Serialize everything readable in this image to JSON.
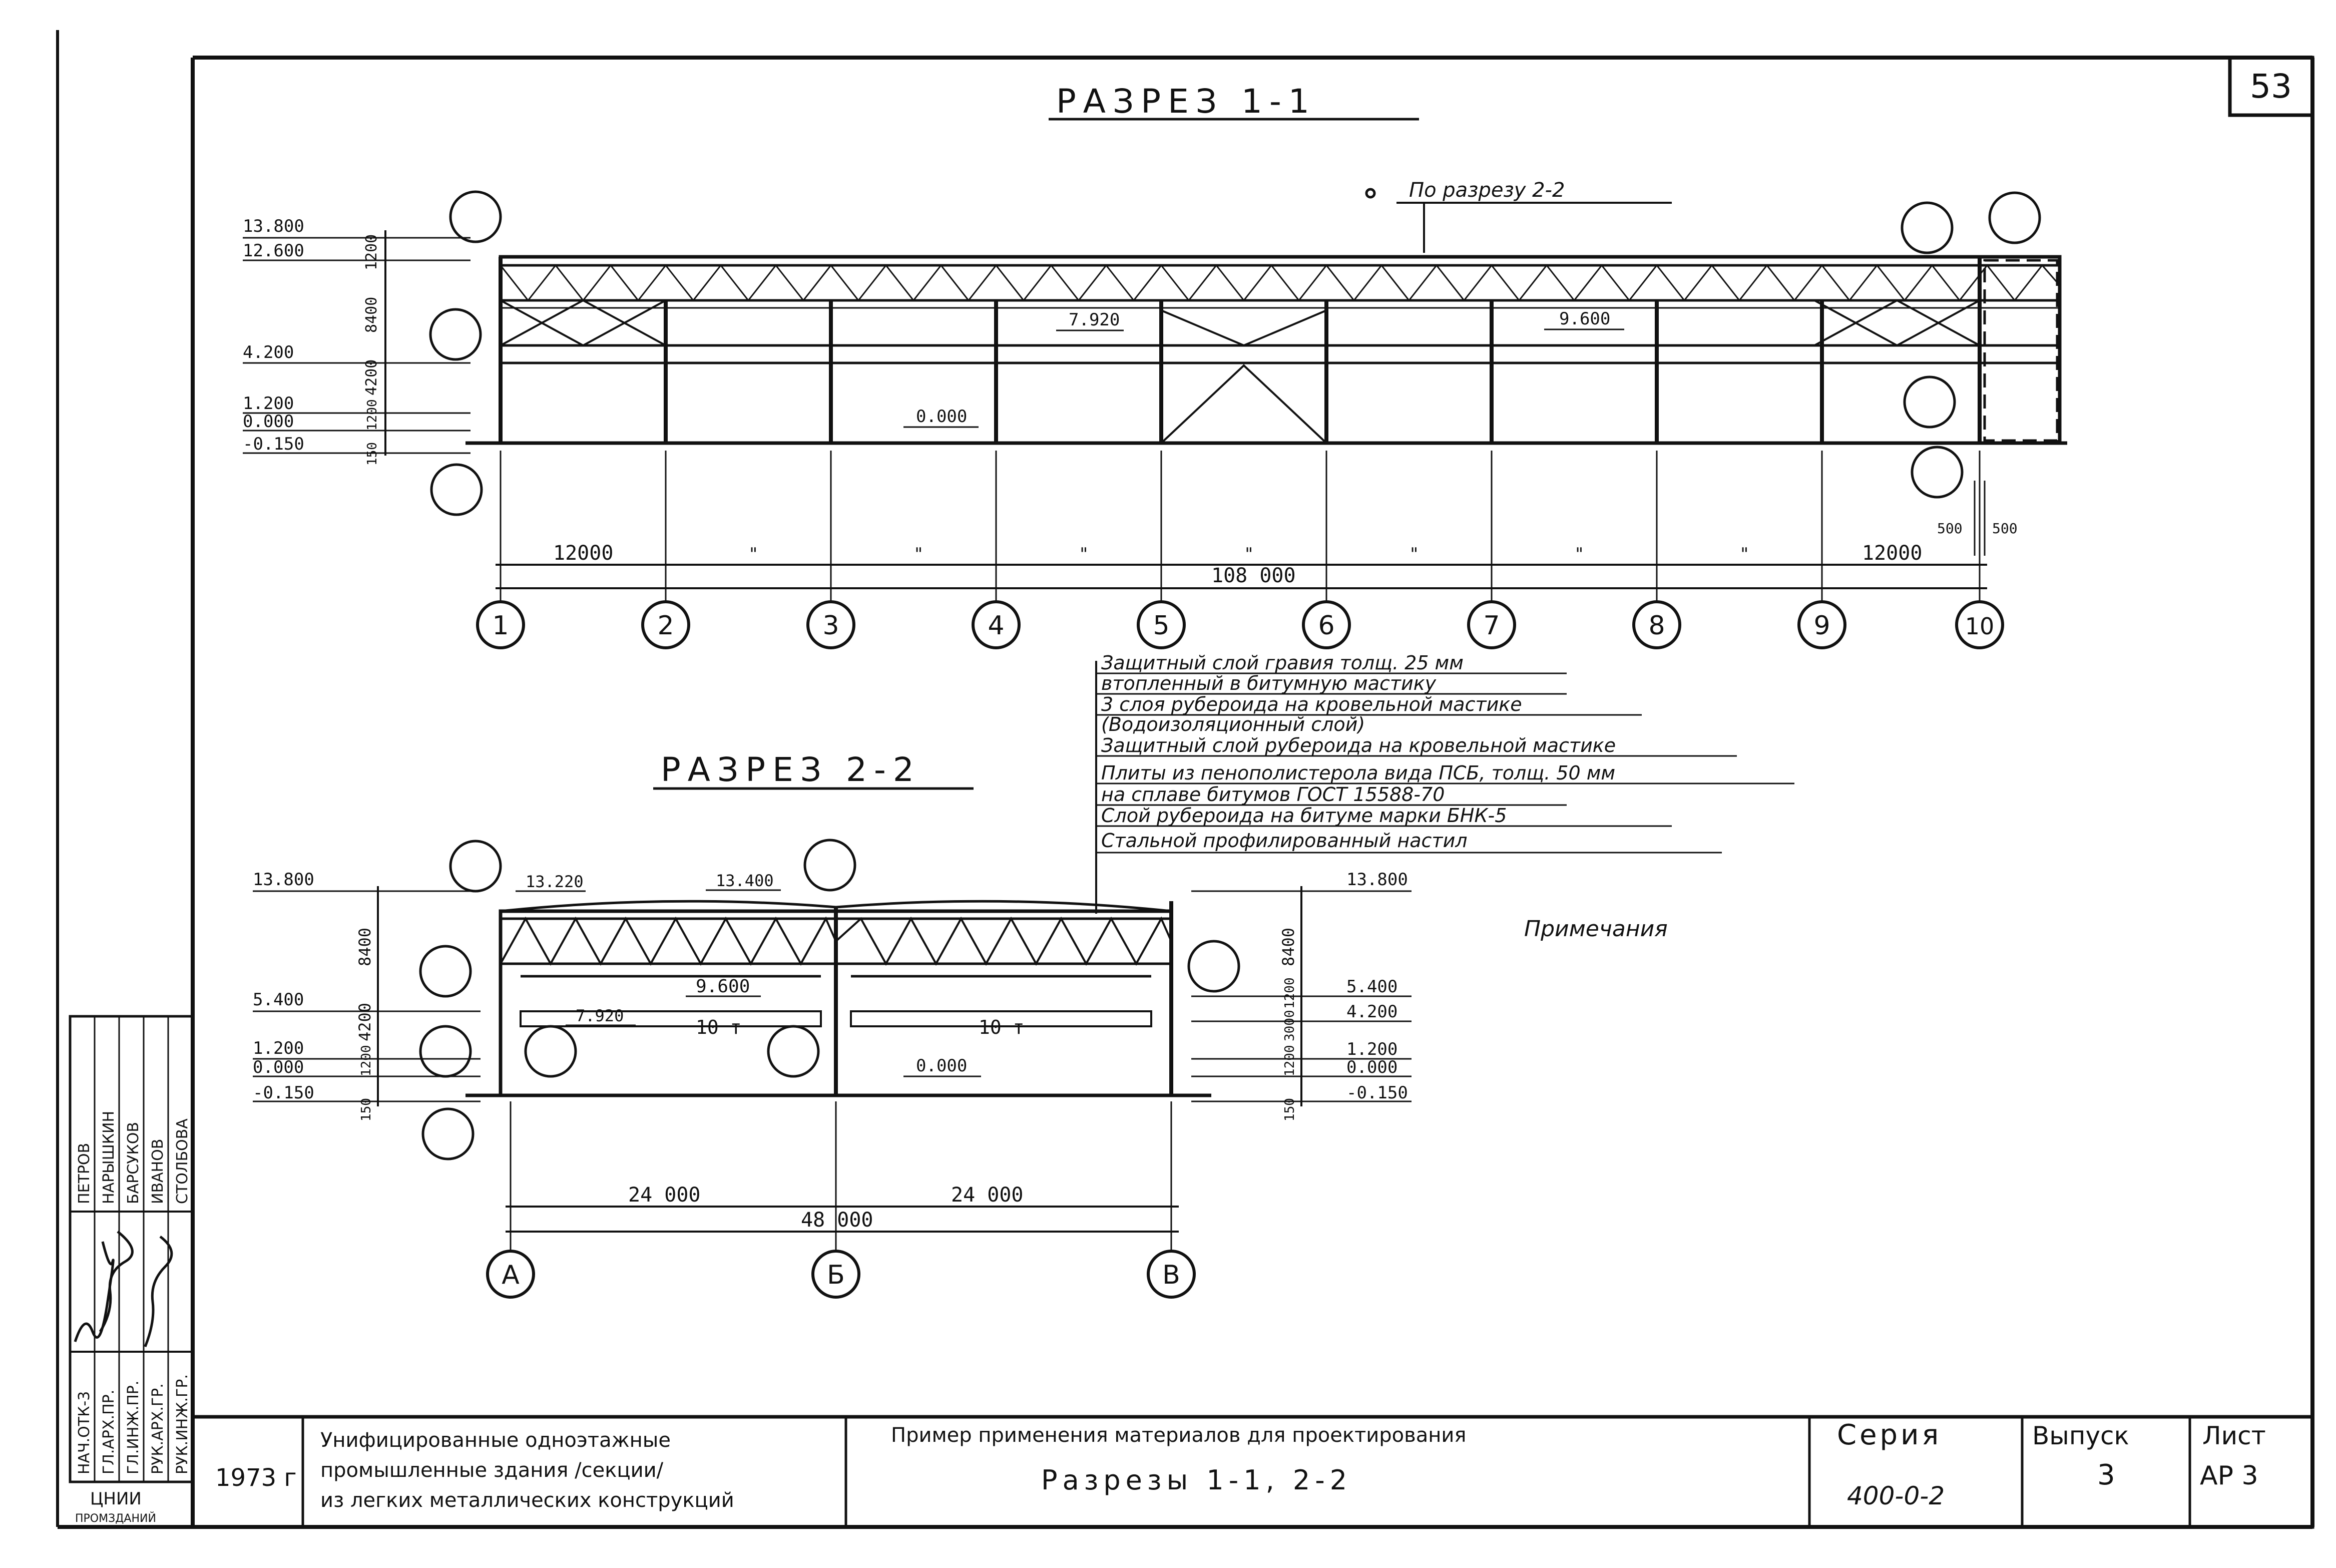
{
  "sheet": {
    "page_number": "53",
    "year": "1973 г"
  },
  "section_1_1": {
    "title": "РАЗРЕЗ 1-1",
    "note_ref": "По разрезу 2-2",
    "levels_left": [
      "13.800",
      "12.600",
      "4.200",
      "1.200",
      "0.000",
      "-0.150"
    ],
    "heights_left": [
      "1200",
      "8400",
      "4200",
      "1200",
      "150"
    ],
    "marks_inside": [
      "7.920",
      "9.600",
      "0.000"
    ],
    "spans": [
      "12000",
      "\"",
      "\"",
      "\"",
      "\"",
      "\"",
      "\"",
      "\"",
      "12000"
    ],
    "total_span": "108 000",
    "offsets": [
      "500",
      "500"
    ],
    "axes": [
      "1",
      "2",
      "3",
      "4",
      "5",
      "6",
      "7",
      "8",
      "9",
      "10"
    ]
  },
  "roof_layers": [
    "Защитный слой гравия толщ. 25 мм",
    "втопленный в битумную мастику",
    "3 слоя рубероида на кровельной мастике",
    "(Водоизоляционный слой)",
    "Защитный слой рубероида на кровельной мастике",
    "Плиты из пенополистерола вида ПСБ, толщ. 50 мм",
    "на сплаве битумов ГОСТ 15588-70",
    "Слой рубероида на битуме марки БНК-5",
    "Стальной профилированный настил"
  ],
  "notes_label": "Примечания",
  "section_2_2": {
    "title": "РАЗРЕЗ 2-2",
    "levels_left": [
      "13.800",
      "5.400",
      "1.200",
      "0.000",
      "-0.150"
    ],
    "levels_top": [
      "13.220",
      "13.400"
    ],
    "levels_right": [
      "13.800",
      "5.400",
      "4.200",
      "1.200",
      "0.000",
      "-0.150"
    ],
    "heights_left": [
      "8400",
      "4200",
      "1200",
      "150"
    ],
    "heights_right": [
      "8400",
      "1200",
      "3000",
      "1200",
      "150"
    ],
    "marks_inside": [
      "9.600",
      "7.920",
      "0.000"
    ],
    "crane_left": "10 т",
    "crane_right": "10 т",
    "spans": [
      "24 000",
      "24 000"
    ],
    "total_span": "48 000",
    "axes": [
      "А",
      "Б",
      "В"
    ]
  },
  "stamp": {
    "roles": [
      "НАЧ.ОТК-3",
      "ГЛ.АРХ.ПР.",
      "ГЛ.ИНЖ.ПР.",
      "РУК.АРХ.ГР.",
      "РУК.ИНЖ.ГР."
    ],
    "names": [
      "ПЕТРОВ",
      "НАРЫШКИН",
      "БАРСУКОВ",
      "ИВАНОВ",
      "СТОЛБОВА"
    ],
    "org": "ЦНИИ",
    "org_sub": "ПРОМЗДАНИЙ"
  },
  "title_block": {
    "year": "1973 г",
    "project_title_1": "Унифицированные одноэтажные",
    "project_title_2": "промышленные здания /секции/",
    "project_title_3": "из легких металлических конструкций",
    "sheet_title_1": "Пример применения материалов для проектирования",
    "sheet_title_2": "Разрезы 1-1, 2-2",
    "series_label": "Серия",
    "series_value": "400-0-2",
    "issue_label": "Выпуск",
    "issue_value": "3",
    "sheet_label": "Лист",
    "sheet_value": "АР 3"
  }
}
